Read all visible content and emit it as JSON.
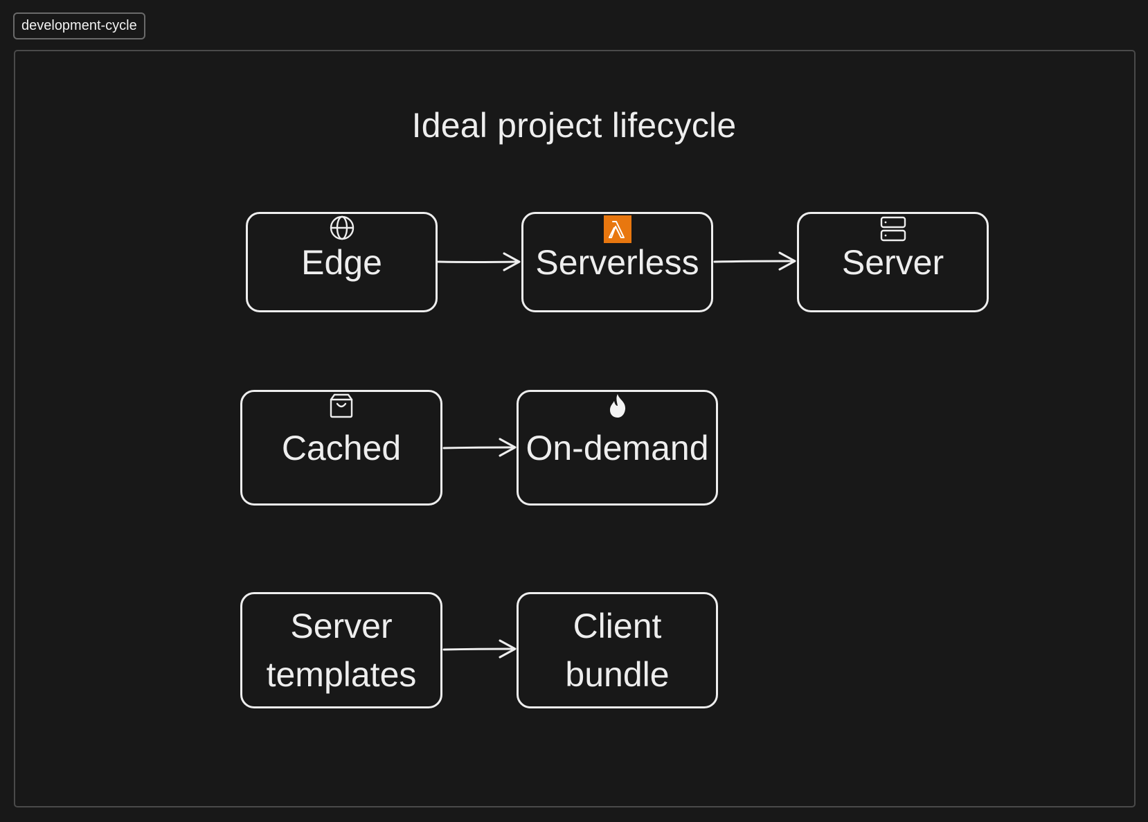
{
  "frame": {
    "tag": "development-cycle"
  },
  "diagram": {
    "title": "Ideal project lifecycle",
    "nodes": {
      "edge": {
        "label": "Edge",
        "icon": "globe-icon"
      },
      "serverless": {
        "label": "Serverless",
        "icon": "lambda-icon"
      },
      "server": {
        "label": "Server",
        "icon": "server-icon"
      },
      "cached": {
        "label": "Cached",
        "icon": "shopping-bag-icon"
      },
      "on_demand": {
        "label": "On-demand",
        "icon": "flame-icon"
      },
      "server_templates": {
        "label_line1": "Server",
        "label_line2": "templates"
      },
      "client_bundle": {
        "label_line1": "Client",
        "label_line2": "bundle"
      }
    },
    "edges": [
      {
        "from": "Edge",
        "to": "Serverless"
      },
      {
        "from": "Serverless",
        "to": "Server"
      },
      {
        "from": "Cached",
        "to": "On-demand"
      },
      {
        "from": "Server templates",
        "to": "Client bundle"
      }
    ],
    "colors": {
      "background": "#181818",
      "stroke": "#eeeeee",
      "lambda_orange": "#e8770f"
    }
  }
}
